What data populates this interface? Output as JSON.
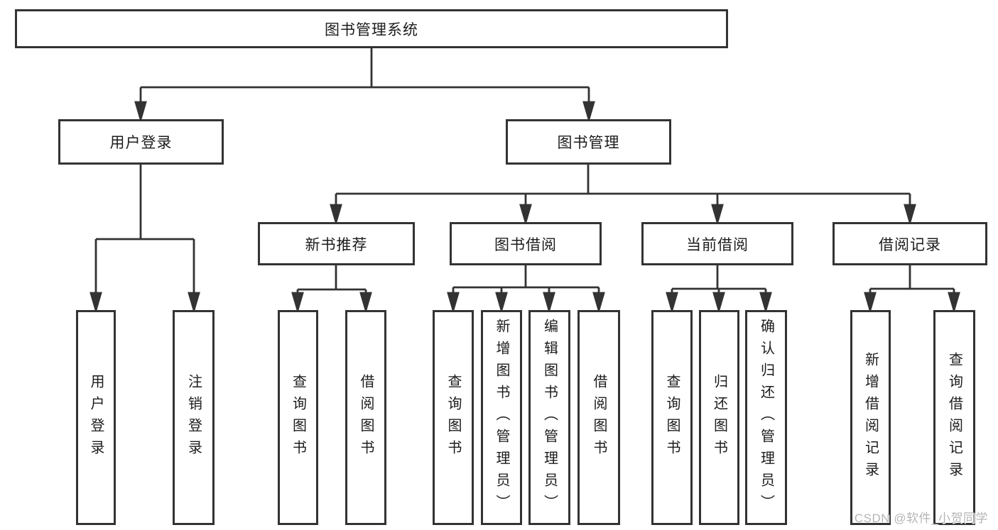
{
  "nodes": {
    "root": "图书管理系统",
    "user_login": "用户登录",
    "book_mgmt": "图书管理",
    "new_books": "新书推荐",
    "book_borrow": "图书借阅",
    "current_borrow": "当前借阅",
    "borrow_records": "借阅记录",
    "leaf_user_login": "用户登录",
    "leaf_logout": "注销登录",
    "nb_query": "查询图书",
    "nb_borrow": "借阅图书",
    "bb_query": "查询图书",
    "bb_add": "新增图书（管理员）",
    "bb_edit": "编辑图书（管理员）",
    "bb_borrow": "借阅图书",
    "cb_query": "查询图书",
    "cb_return": "归还图书",
    "cb_confirm": "确认归还（管理员）",
    "br_add": "新增借阅记录",
    "br_query": "查询借阅记录"
  },
  "watermark": "CSDN @软件_小贺同学",
  "colors": {
    "line": "#333333",
    "text": "#1c1c1c",
    "background": "#ffffff",
    "watermark": "#b5b5b5"
  }
}
